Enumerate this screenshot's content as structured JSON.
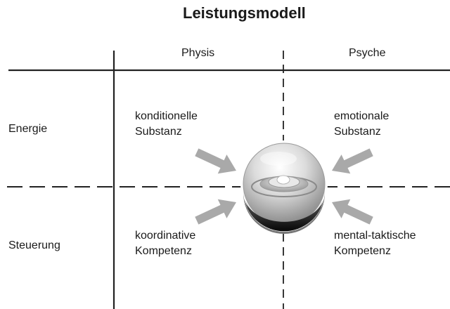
{
  "title": "Leistungsmodell",
  "columns": {
    "physis": "Physis",
    "psyche": "Psyche"
  },
  "rows": {
    "energie": "Energie",
    "steuerung": "Steuerung"
  },
  "cells": {
    "top_left": {
      "line1": "konditionelle",
      "line2": "Substanz"
    },
    "top_right": {
      "line1": "emotionale",
      "line2": "Substanz"
    },
    "bottom_left": {
      "line1": "koordinative",
      "line2": "Kompetenz"
    },
    "bottom_right": {
      "line1": "mental-taktische",
      "line2": "Kompetenz"
    }
  },
  "center_icon": "sphere-icon",
  "colors": {
    "arrow": "#a9a9a9",
    "line": "#222222"
  }
}
